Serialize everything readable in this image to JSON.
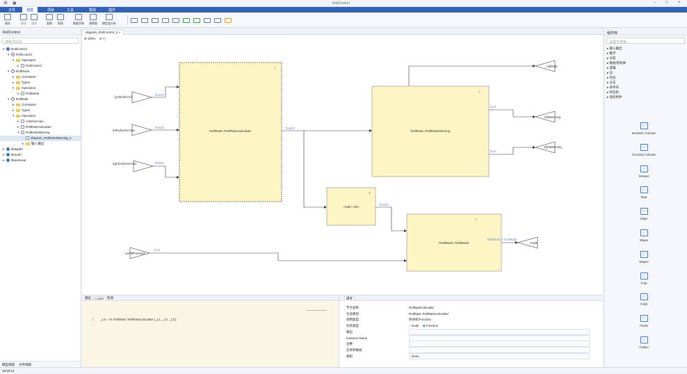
{
  "window": {
    "title": "RollControl",
    "controls": [
      "–",
      "□",
      "×"
    ]
  },
  "menu": [
    "文件",
    "建模",
    "项目",
    "工具",
    "帮助",
    "插件"
  ],
  "toolbar": {
    "buttons": [
      {
        "label": "保存",
        "icon": "save-icon"
      },
      {
        "label": "撤销",
        "icon": "undo-icon"
      },
      {
        "label": "重做",
        "icon": "redo-icon"
      },
      {
        "label": "复制",
        "icon": "copy-icon"
      },
      {
        "label": "粘贴",
        "icon": "paste-icon"
      },
      {
        "label": "数据字典",
        "icon": "dictionary-icon"
      },
      {
        "label": "清除图",
        "icon": "clear-icon"
      },
      {
        "label": "模型变分析",
        "icon": "analysis-icon"
      }
    ]
  },
  "left_panel": {
    "title": "RollControl",
    "search_placeholder": "搜索字段名",
    "tree": [
      {
        "label": "RollControl",
        "level": 0,
        "kind": "pkg",
        "open": true
      },
      {
        "label": "RollControl",
        "level": 1,
        "kind": "gear",
        "open": true
      },
      {
        "label": "Operators",
        "level": 2,
        "kind": "folder",
        "open": true
      },
      {
        "label": "RollControl",
        "level": 3,
        "kind": "doc",
        "open": false
      },
      {
        "label": "RollMode",
        "level": 1,
        "kind": "gear",
        "open": true
      },
      {
        "label": "Constants",
        "level": 2,
        "kind": "folder",
        "open": false
      },
      {
        "label": "Types",
        "level": 2,
        "kind": "folder",
        "open": false
      },
      {
        "label": "Operators",
        "level": 2,
        "kind": "folder",
        "open": true
      },
      {
        "label": "RollMode",
        "level": 3,
        "kind": "doc",
        "open": false
      },
      {
        "label": "RollRate",
        "level": 1,
        "kind": "gear",
        "open": true
      },
      {
        "label": "Constants",
        "level": 2,
        "kind": "folder",
        "open": false
      },
      {
        "label": "Types",
        "level": 2,
        "kind": "folder",
        "open": false
      },
      {
        "label": "Operators",
        "level": 2,
        "kind": "folder",
        "open": true
      },
      {
        "label": "AdverseYaw",
        "level": 3,
        "kind": "doc",
        "open": false
      },
      {
        "label": "RollRateCalculate",
        "level": 3,
        "kind": "doc",
        "open": false
      },
      {
        "label": "RollRateWarning",
        "level": 3,
        "kind": "doc",
        "open": true
      },
      {
        "label": "diagram_RollRateWarning_1",
        "level": 4,
        "kind": "diag",
        "open": false,
        "selected": true
      },
      {
        "label": "输入输出",
        "level": 4,
        "kind": "folder",
        "open": false
      },
      {
        "label": "libdigital",
        "level": 0,
        "kind": "pkg",
        "open": false
      },
      {
        "label": "libmath",
        "level": 0,
        "kind": "pkg",
        "open": false
      },
      {
        "label": "libpwlinear",
        "level": 0,
        "kind": "pkg",
        "open": false
      }
    ],
    "bottom_tabs": [
      "模型视图",
      "文件视图"
    ]
  },
  "editor": {
    "tab": "diagram_RollControl_1 ×",
    "zoom": "100%",
    "blocks": [
      {
        "id": "b1",
        "name": "RollRate::RollRateCalculate",
        "num": "1"
      },
      {
        "id": "b2",
        "name": "RollRate::RollRateWarning",
        "num": "2"
      },
      {
        "id": "b3",
        "name": "math::Abs",
        "num": "3"
      },
      {
        "id": "b4",
        "name": "RollMode::RollMode",
        "num": "4"
      }
    ],
    "inputs": [
      "joystickCmd",
      "leftAdverseYaw",
      "rightAdverseYaw",
      "onOffPressed"
    ],
    "outputs": [
      "rollRate",
      "leftWarning",
      "rightWarning",
      "mode"
    ],
    "wire_labels": [
      "float32",
      "float32",
      "float32",
      "float32",
      "bool",
      "bool",
      "float32",
      "bool",
      "RollMode::T RollMode"
    ]
  },
  "output_panel": {
    "tabs": [
      "输出",
      "Lustre",
      "检测"
    ],
    "active": "Lustre",
    "line_no": "1",
    "code": "_L4 = #1 RollRate::RollRateCalculate (_L1, _L2, _L3);"
  },
  "props_panel": {
    "title": "属性",
    "rows": [
      {
        "key": "节点名称",
        "value": "RollRateCalculate"
      },
      {
        "key": "包含路径",
        "value": "RollRate::RollRateCalculate/"
      },
      {
        "key": "调用类型",
        "value": "原语机/Function"
      },
      {
        "key": "包装类型",
        "value": ""
      },
      {
        "key": "输出",
        "value": ""
      },
      {
        "key": "Instance Name",
        "value": ""
      },
      {
        "key": "注释",
        "value": ""
      },
      {
        "key": "实例参数值",
        "value": ""
      },
      {
        "key": "规则",
        "value": "None"
      }
    ],
    "radio": [
      "Node",
      "Function"
    ],
    "radio_selected": "Function"
  },
  "palette": {
    "title": "组件库",
    "search_placeholder": "关键字搜索...",
    "categories": [
      "输入输出",
      "数学",
      "比较",
      "数组/结构体",
      "逻辑",
      "位",
      "时态",
      "分支",
      "条件块",
      "状态机",
      "高阶构件"
    ],
    "items": [
      "Boolean Activate",
      "Clocked Activate",
      "Restart",
      "Map",
      "Mapi",
      "Mapw",
      "Mapwi",
      "Fold",
      "Foldi",
      "Foldw",
      "Foldwi"
    ]
  },
  "status": {
    "time": "19:53:14"
  }
}
